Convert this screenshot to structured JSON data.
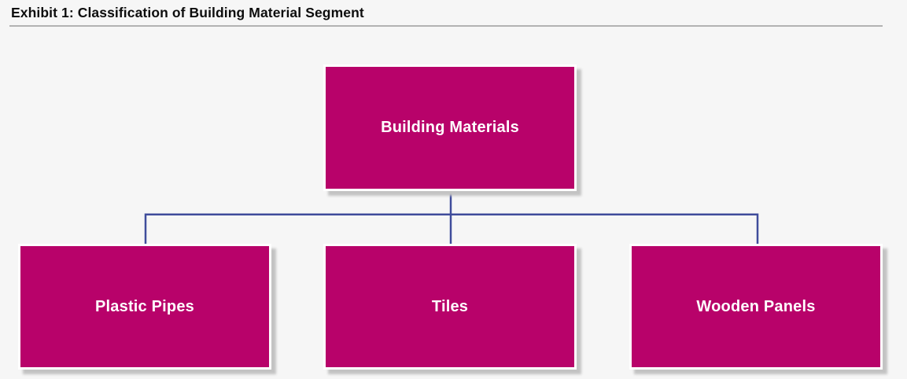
{
  "page": {
    "title": "Exhibit 1: Classification of Building Material Segment",
    "background": "#f6f6f6"
  },
  "diagram": {
    "type": "tree",
    "root": {
      "label": "Building Materials"
    },
    "children": [
      {
        "label": "Plastic Pipes"
      },
      {
        "label": "Tiles"
      },
      {
        "label": "Wooden Panels"
      }
    ],
    "colors": {
      "box_fill": "#b8026a",
      "box_border": "#ffffff",
      "box_text": "#ffffff",
      "connector": "#3f4c9b",
      "shadow": "#c3c3c3",
      "title_rule": "#b2b2b2",
      "page_bg": "#f6f6f6",
      "title_color": "#0d0d0d"
    }
  }
}
